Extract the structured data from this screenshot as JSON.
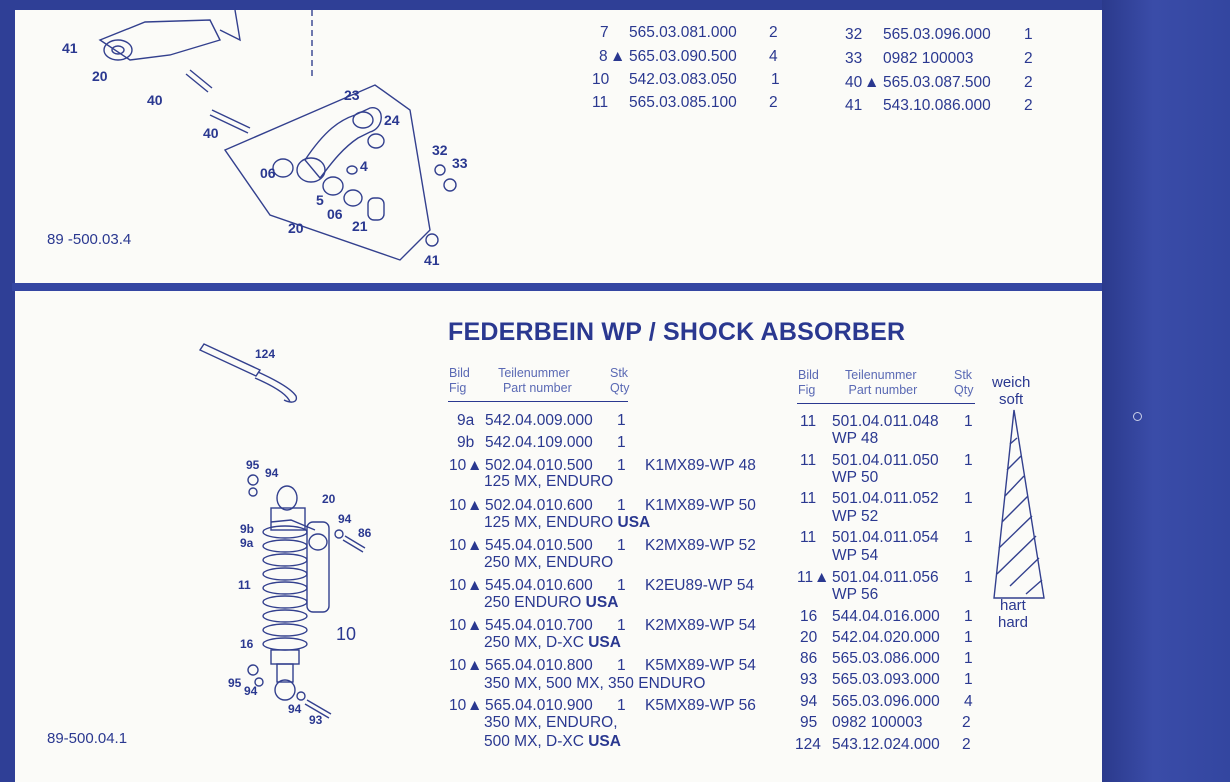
{
  "top": {
    "figure_ref": "89 -500.03.4",
    "callouts": [
      "41",
      "20",
      "40",
      "40",
      "23",
      "24",
      "06",
      "4",
      "32",
      "33",
      "5",
      "06",
      "20",
      "21",
      "41"
    ],
    "left_rows": [
      {
        "fig": "7",
        "part": "565.03.081.000",
        "marker": "",
        "qty": "2"
      },
      {
        "fig": "8",
        "part": "565.03.090.500",
        "marker": "▲",
        "qty": "4"
      },
      {
        "fig": "10",
        "part": "542.03.083.050",
        "marker": "",
        "qty": "1"
      },
      {
        "fig": "11",
        "part": "565.03.085.100",
        "marker": "",
        "qty": "2"
      }
    ],
    "right_rows": [
      {
        "fig": "32",
        "part": "565.03.096.000",
        "marker": "",
        "qty": "1"
      },
      {
        "fig": "33",
        "part": "0982 100003",
        "marker": "",
        "qty": "2"
      },
      {
        "fig": "40",
        "part": "565.03.087.500",
        "marker": "▲",
        "qty": "2"
      },
      {
        "fig": "41",
        "part": "543.10.086.000",
        "marker": "",
        "qty": "2"
      }
    ]
  },
  "bottom": {
    "title": "FEDERBEIN WP / SHOCK ABSORBER",
    "figure_ref": "89-500.04.1",
    "big_callout": "10",
    "callouts": [
      "124",
      "95",
      "94",
      "20",
      "94",
      "86",
      "9b",
      "9a",
      "11",
      "16",
      "95",
      "94",
      "94",
      "93"
    ],
    "header": {
      "fig_de": "Bild",
      "fig_en": "Fig",
      "part_de": "Teilenummer",
      "part_en": "Part number",
      "qty_de": "Stk",
      "qty_en": "Qty"
    },
    "left_rows": [
      {
        "fig": "9a",
        "marker": "",
        "part": "542.04.009.000",
        "qty": "1",
        "code": "",
        "desc": "",
        "usa": ""
      },
      {
        "fig": "9b",
        "marker": "",
        "part": "542.04.109.000",
        "qty": "1",
        "code": "",
        "desc": "",
        "usa": ""
      },
      {
        "fig": "10",
        "marker": "▲",
        "part": "502.04.010.500",
        "qty": "1",
        "code": "K1MX89-WP 48",
        "desc": "125 MX, ENDURO",
        "usa": ""
      },
      {
        "fig": "10",
        "marker": "▲",
        "part": "502.04.010.600",
        "qty": "1",
        "code": "K1MX89-WP 50",
        "desc": "125 MX, ENDURO",
        "usa": "USA"
      },
      {
        "fig": "10",
        "marker": "▲",
        "part": "545.04.010.500",
        "qty": "1",
        "code": "K2MX89-WP 52",
        "desc": "250 MX, ENDURO",
        "usa": ""
      },
      {
        "fig": "10",
        "marker": "▲",
        "part": "545.04.010.600",
        "qty": "1",
        "code": "K2EU89-WP 54",
        "desc": "250 ENDURO",
        "usa": "USA"
      },
      {
        "fig": "10",
        "marker": "▲",
        "part": "545.04.010.700",
        "qty": "1",
        "code": "K2MX89-WP 54",
        "desc": "250 MX, D-XC",
        "usa": "USA"
      },
      {
        "fig": "10",
        "marker": "▲",
        "part": "565.04.010.800",
        "qty": "1",
        "code": "K5MX89-WP 54",
        "desc": "350 MX, 500 MX, 350 ENDURO",
        "usa": ""
      },
      {
        "fig": "10",
        "marker": "▲",
        "part": "565.04.010.900",
        "qty": "1",
        "code": "K5MX89-WP 56",
        "desc": "350 MX, ENDURO,",
        "desc2": "500 MX, D-XC",
        "usa": "USA"
      }
    ],
    "right_rows": [
      {
        "fig": "11",
        "marker": "",
        "part": "501.04.011.048",
        "qty": "1",
        "sub": "WP 48"
      },
      {
        "fig": "11",
        "marker": "",
        "part": "501.04.011.050",
        "qty": "1",
        "sub": "WP 50"
      },
      {
        "fig": "11",
        "marker": "",
        "part": "501.04.011.052",
        "qty": "1",
        "sub": "WP 52"
      },
      {
        "fig": "11",
        "marker": "",
        "part": "501.04.011.054",
        "qty": "1",
        "sub": "WP 54"
      },
      {
        "fig": "11",
        "marker": "▲",
        "part": "501.04.011.056",
        "qty": "1",
        "sub": "WP 56"
      },
      {
        "fig": "16",
        "marker": "",
        "part": "544.04.016.000",
        "qty": "1",
        "sub": ""
      },
      {
        "fig": "20",
        "marker": "",
        "part": "542.04.020.000",
        "qty": "1",
        "sub": ""
      },
      {
        "fig": "86",
        "marker": "",
        "part": "565.03.086.000",
        "qty": "1",
        "sub": ""
      },
      {
        "fig": "93",
        "marker": "",
        "part": "565.03.093.000",
        "qty": "1",
        "sub": ""
      },
      {
        "fig": "94",
        "marker": "",
        "part": "565.03.096.000",
        "qty": "4",
        "sub": ""
      },
      {
        "fig": "95",
        "marker": "",
        "part": "0982 100003",
        "qty": "2",
        "sub": ""
      },
      {
        "fig": "124",
        "marker": "",
        "part": "543.12.024.000",
        "qty": "2",
        "sub": ""
      }
    ],
    "hardness": {
      "soft_de": "weich",
      "soft_en": "soft",
      "hard_de": "hart",
      "hard_en": "hard"
    }
  }
}
